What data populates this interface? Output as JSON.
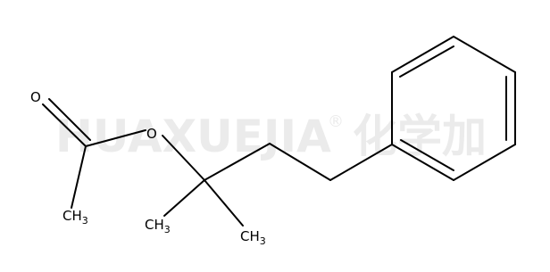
{
  "molecule": {
    "atoms": {
      "carbonyl_oxygen": "O",
      "ester_oxygen": "O",
      "acetyl_methyl": {
        "main": "CH",
        "sub": "3"
      },
      "gem_methyl_left": {
        "main": "CH",
        "sub": "3"
      },
      "gem_methyl_right": {
        "main": "CH",
        "sub": "3"
      }
    }
  },
  "watermark": {
    "text": "HUAXUEJIA",
    "registered": "®",
    "chinese": "化学加",
    "color": "#ebebeb"
  },
  "colors": {
    "bond": "#000000",
    "label": "#000000",
    "background": "#ffffff"
  }
}
